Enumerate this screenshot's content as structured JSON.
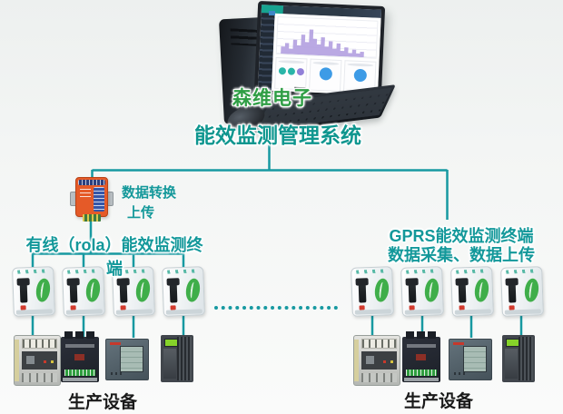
{
  "diagram_title": {
    "company": "森维电子",
    "system": "能效监测管理系统"
  },
  "converter": {
    "label_line1": "数据转换",
    "label_line2": "上传"
  },
  "left_branch": {
    "terminal_label": "有线（rola）能效监测终端",
    "equipment_label": "生产设备",
    "terminal_count": 4,
    "equipment_count": 4
  },
  "right_branch": {
    "terminal_label_line1": "GPRS能效监测终端",
    "terminal_label_line2": "数据采集、数据上传",
    "equipment_label": "生产设备",
    "terminal_count": 4,
    "equipment_count": 4
  },
  "colors": {
    "connector_line": "#1799a1",
    "company_green": "#2f9e45",
    "system_teal": "#0f968f",
    "label_teal": "#13989a",
    "converter_orange": "#e55a28",
    "terminal_badge_green": "#3fae4a"
  }
}
